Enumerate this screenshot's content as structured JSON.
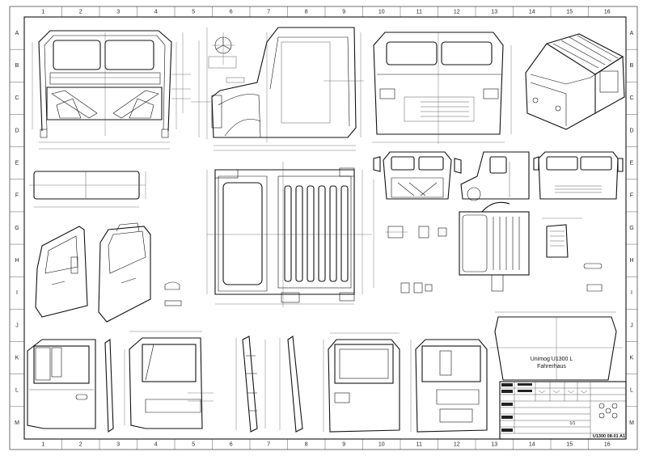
{
  "sheet": {
    "column_labels": [
      "1",
      "2",
      "3",
      "4",
      "5",
      "6",
      "7",
      "8",
      "9",
      "10",
      "11",
      "12",
      "13",
      "14",
      "15",
      "16"
    ],
    "row_labels": [
      "A",
      "B",
      "C",
      "D",
      "E",
      "F",
      "G",
      "H",
      "I",
      "J",
      "K",
      "L",
      "M"
    ]
  },
  "title_block": {
    "title_line1": "Unimog U1300 L",
    "title_line2": "Fahrerhaus",
    "drawing_number": "U1300 08-01 A1",
    "index": "1/1"
  }
}
